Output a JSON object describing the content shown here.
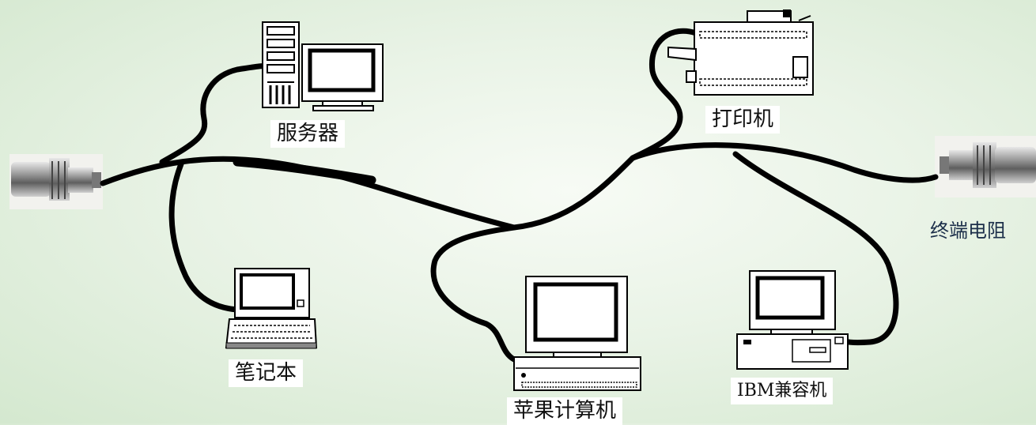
{
  "labels": {
    "server": "服务器",
    "printer": "打印机",
    "laptop": "笔记本",
    "apple": "苹果计算机",
    "ibm": "IBM兼容机",
    "terminator": "终端电阻"
  }
}
